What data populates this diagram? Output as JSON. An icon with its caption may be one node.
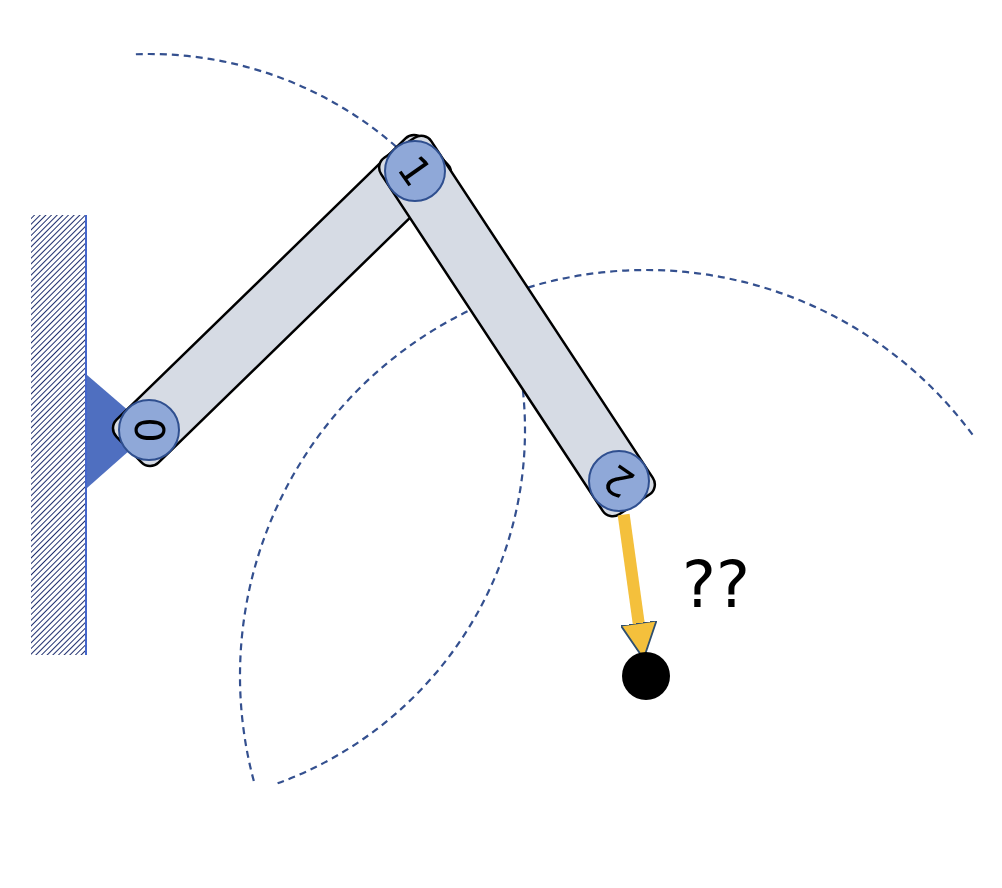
{
  "diagram": {
    "nodes": [
      {
        "text": [
          "0"
        ]
      },
      {
        "text": [
          "1"
        ]
      },
      {
        "text": [
          "2"
        ]
      },
      {
        "text": [],
        "shape": "circle"
      }
    ],
    "edges": [
      {
        "from": 2,
        "to": 3,
        "arrow": "to"
      }
    ],
    "labels": [
      "??"
    ]
  }
}
